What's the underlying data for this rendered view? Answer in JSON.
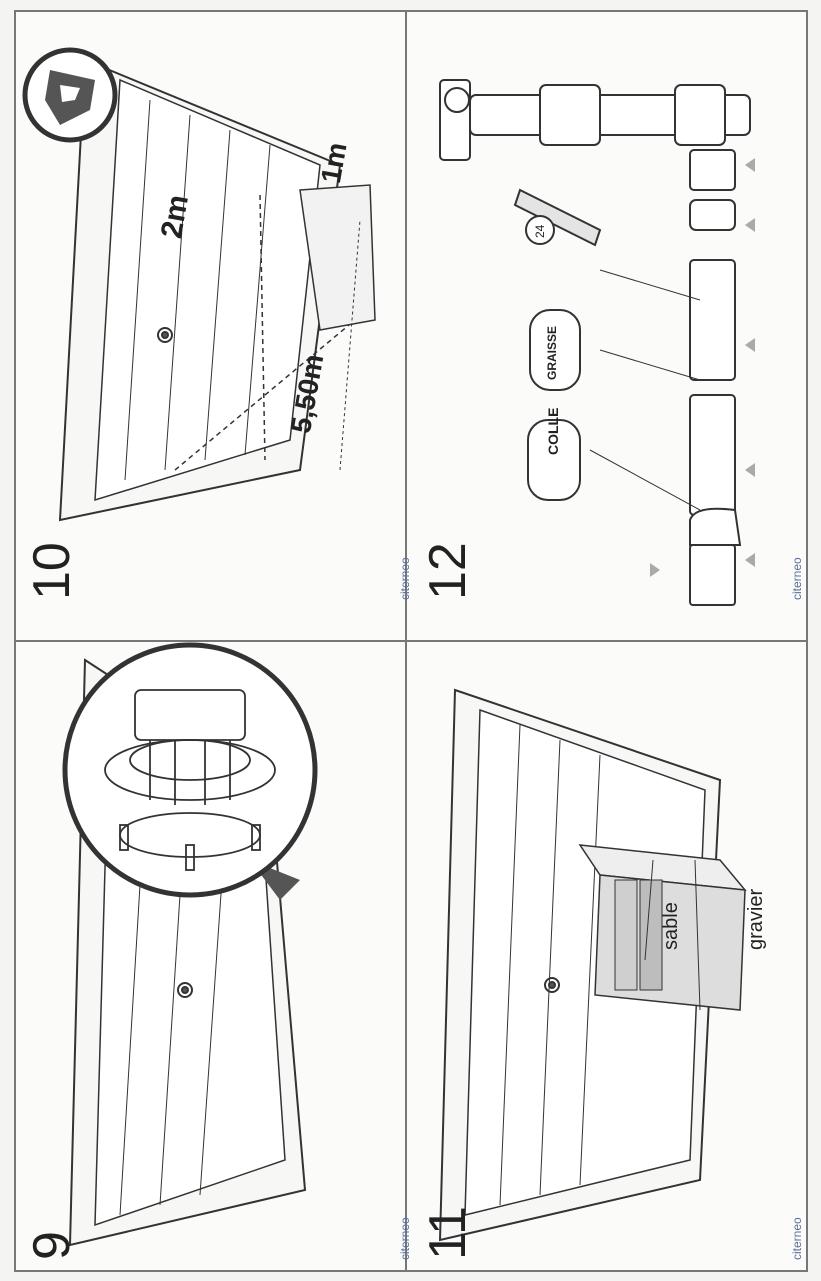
{
  "panels": [
    {
      "number": "9",
      "brand": "citerneo"
    },
    {
      "number": "10",
      "brand": "citerneo",
      "dim_length": "5,50m",
      "dim_width": "2m",
      "dim_depth": "1m"
    },
    {
      "number": "11",
      "brand": "citerneo",
      "label_sand": "sable",
      "label_gravel": "gravier"
    },
    {
      "number": "12",
      "brand": "citerneo",
      "jar_glue": "COLLE",
      "jar_grease": "GRAISSE",
      "wrench_size": "24"
    }
  ]
}
